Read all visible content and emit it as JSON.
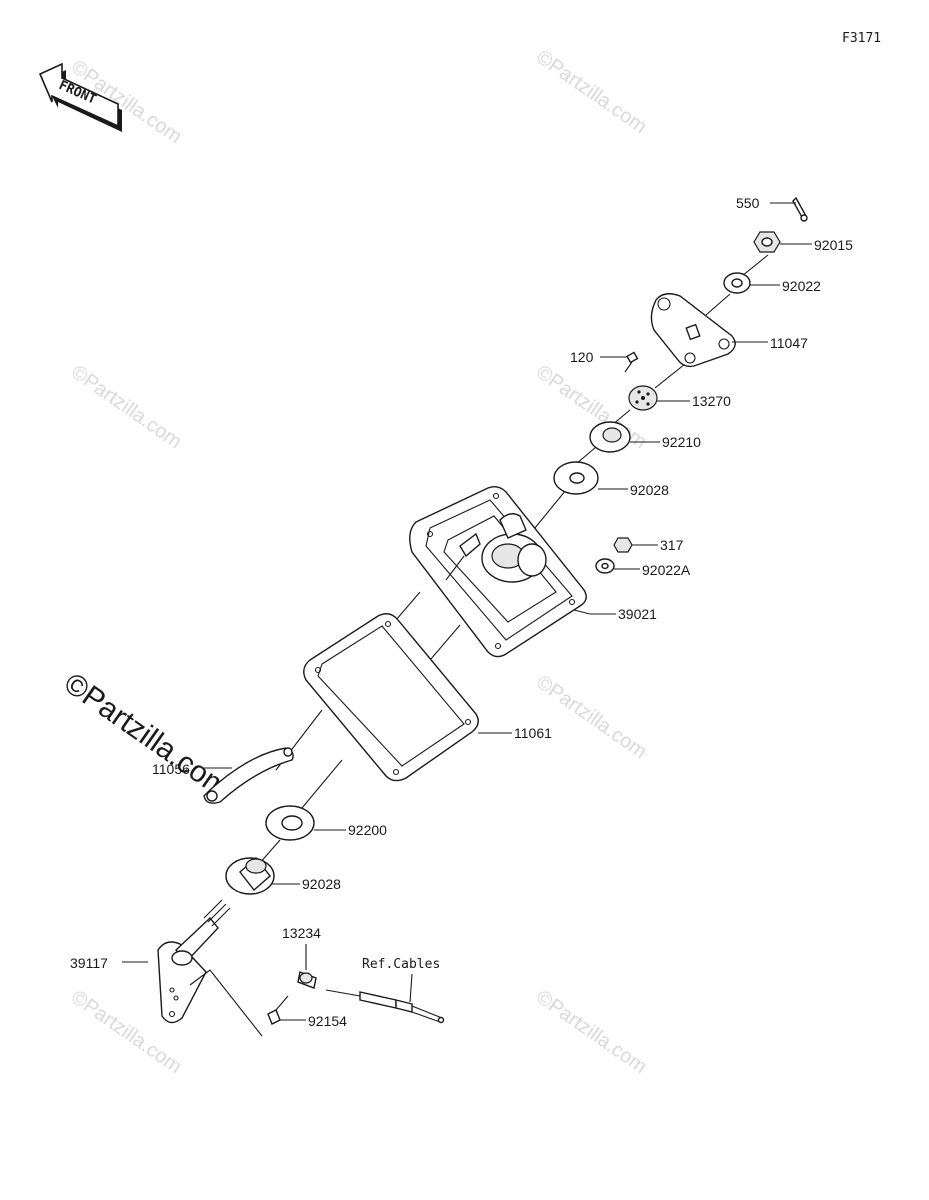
{
  "figure_id": "F3171",
  "front_label": "FRONT",
  "watermark_text": "©Partzilla.com",
  "ref_label": "Ref.Cables",
  "callouts": {
    "p550": "550",
    "p92015": "92015",
    "p92022": "92022",
    "p11047": "11047",
    "p120": "120",
    "p13270": "13270",
    "p92210": "92210",
    "p92028a": "92028",
    "p317": "317",
    "p92022A": "92022A",
    "p39021": "39021",
    "p11061": "11061",
    "p11056": "11056",
    "p92200": "92200",
    "p92028b": "92028",
    "p13234": "13234",
    "p39117": "39117",
    "p92154": "92154"
  }
}
